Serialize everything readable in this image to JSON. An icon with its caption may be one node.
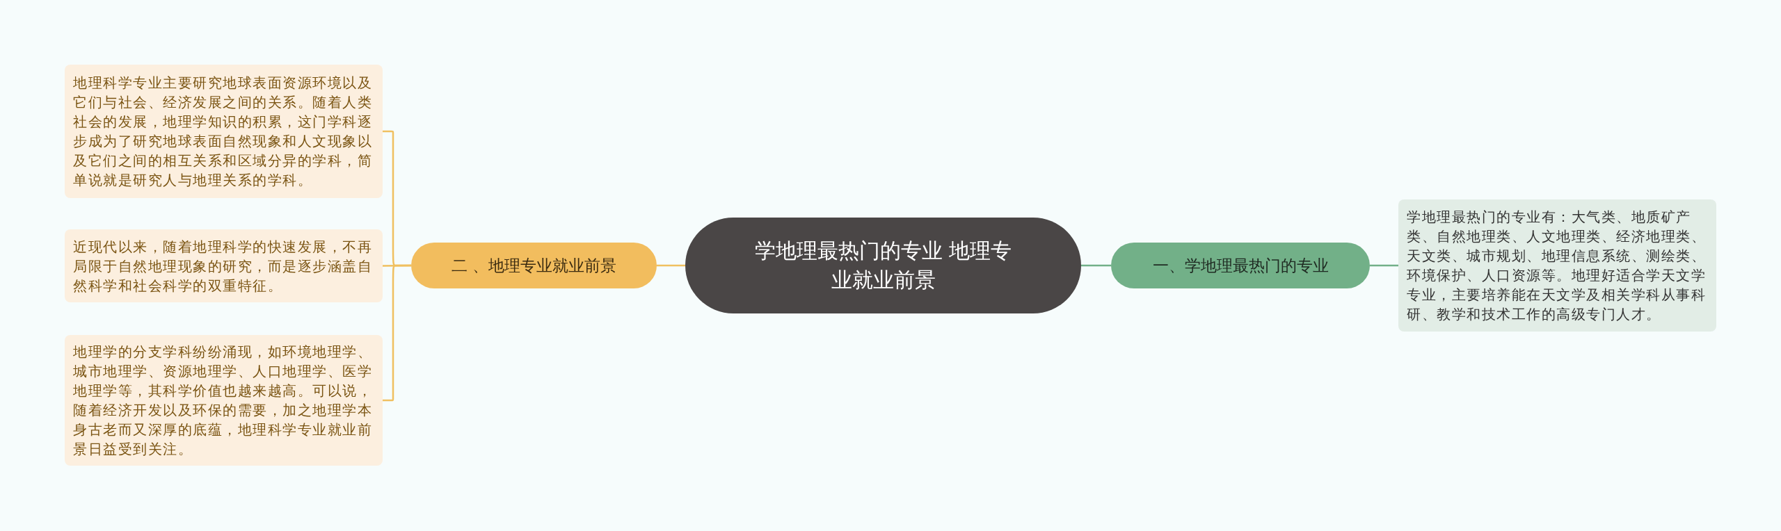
{
  "diagram": {
    "nodes": [
      {
        "text": [
          "学地理最热门的专业 地理专业就业前景"
        ]
      },
      {
        "text": [
          "一、学地理最热门的专业"
        ]
      },
      {
        "text": [
          "学地理最热门的专业有：大气类、地质矿产类、自然地理类、人文地理类、经济地理类、天文类、城市规划、地理信息系统、测绘类、环境保护、人口资源等。地理好适合学天文学专业，主要培养能在天文学及相关学科从事科研、教学和技术工作的高级专门人才。"
        ]
      },
      {
        "text": [
          "二 、地理专业就业前景"
        ]
      },
      {
        "text": [
          "地理科学专业主要研究地球表面资源环境以及它们与社会、经济发展之间的关系。随着人类社会的发展，地理学知识的积累，这门学科逐步成为了研究地球表面自然现象和人文现象以及它们之间的相互关系和区域分异的学科，简单说就是研究人与地理关系的学科。"
        ]
      },
      {
        "text": [
          "近现代以来，随着地理科学的快速发展，不再局限于自然地理现象的研究，而是逐步涵盖自然科学和社会科学的双重特征。"
        ]
      },
      {
        "text": [
          "地理学的分支学科纷纷涌现，如环境地理学、城市地理学、资源地理学、人口地理学、医学地理学等，其科学价值也越来越高。可以说，随着经济开发以及环保的需要，加之地理学本身古老而又深厚的底蕴，地理科学专业就业前景日益受到关注。"
        ]
      }
    ],
    "edges": [
      {
        "from": 0,
        "to": 1,
        "arrow": "none",
        "color": "#72b088"
      },
      {
        "from": 1,
        "to": 2,
        "arrow": "none",
        "color": "#72b088"
      },
      {
        "from": 0,
        "to": 3,
        "arrow": "none",
        "color": "#f0c060"
      },
      {
        "from": 3,
        "to": 4,
        "arrow": "none",
        "color": "#f0c060"
      },
      {
        "from": 3,
        "to": 5,
        "arrow": "none",
        "color": "#f0c060"
      },
      {
        "from": 3,
        "to": 6,
        "arrow": "none",
        "color": "#f0c060"
      }
    ]
  }
}
